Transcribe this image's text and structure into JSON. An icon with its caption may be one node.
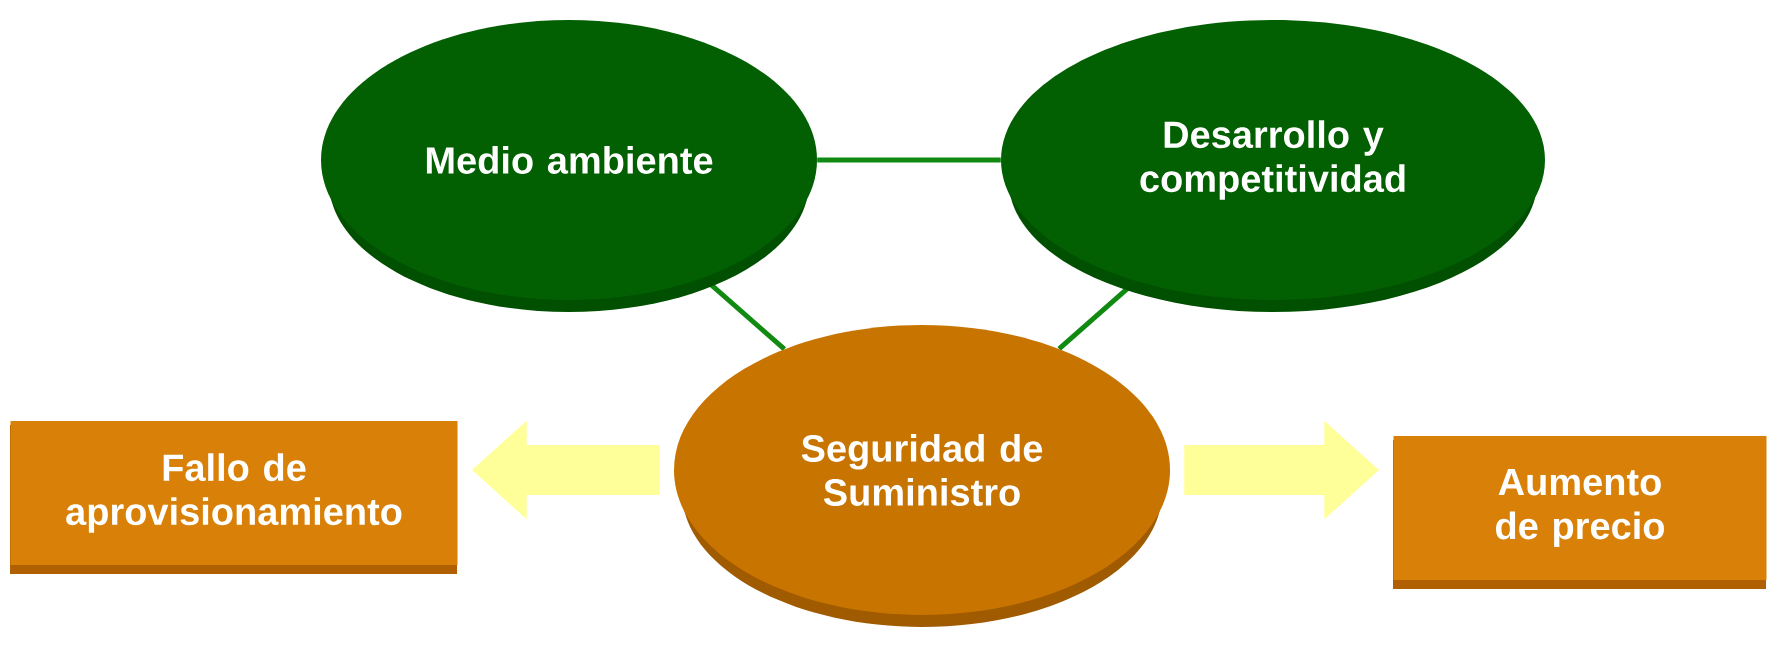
{
  "diagram": {
    "nodes": [
      {
        "text": [
          "Medio ambiente"
        ]
      },
      {
        "text": [
          "Desarrollo y competitividad"
        ]
      },
      {
        "text": [
          "Seguridad de Suministro"
        ]
      },
      {
        "text": [
          "Fallo de aprovisionamiento"
        ]
      },
      {
        "text": [
          "Aumento de precio"
        ]
      }
    ],
    "edges": [
      {
        "from": 0,
        "to": 1,
        "arrow": "none"
      },
      {
        "from": 0,
        "to": 2,
        "arrow": "none"
      },
      {
        "from": 1,
        "to": 2,
        "arrow": "none"
      },
      {
        "from": 2,
        "to": 3,
        "arrow": "to",
        "style": "thick",
        "color": "#ffff99"
      },
      {
        "from": 2,
        "to": 4,
        "arrow": "to",
        "style": "thick",
        "color": "#ffff99"
      }
    ]
  }
}
